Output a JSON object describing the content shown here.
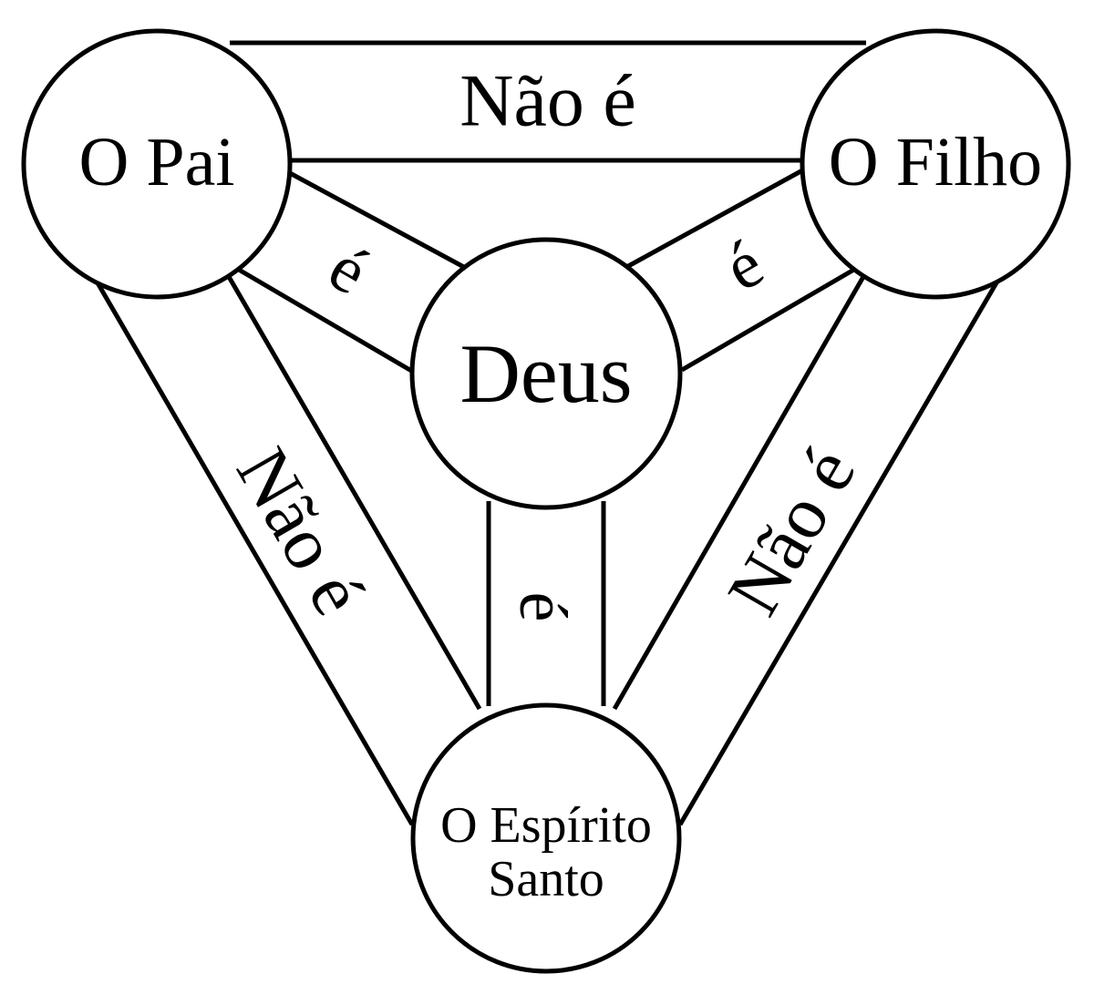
{
  "nodes": {
    "father": "O Pai",
    "son": "O Filho",
    "god": "Deus",
    "spirit_line1": "O Espírito",
    "spirit_line2": "Santo"
  },
  "links": {
    "father_son": "Não é",
    "father_spirit": "Não é",
    "son_spirit": "Não é",
    "father_god": "é",
    "son_god": "é",
    "spirit_god": "é"
  }
}
